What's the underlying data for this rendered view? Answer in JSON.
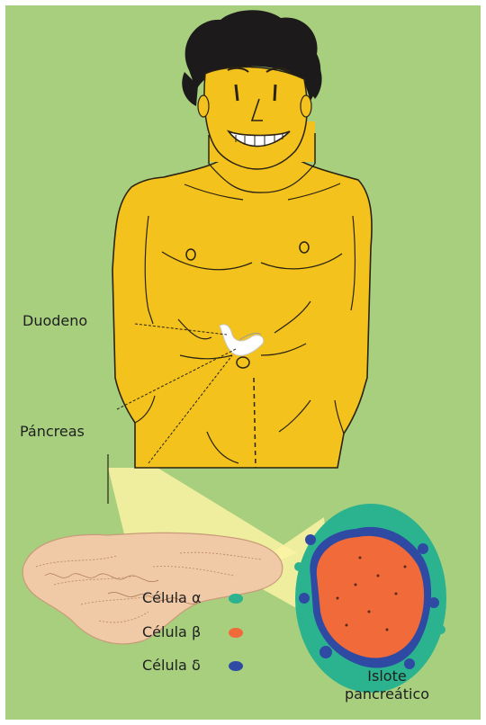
{
  "labels": {
    "duodeno": "Duodeno",
    "pancreas": "Páncreas",
    "islet_line1": "Islote",
    "islet_line2": "pancreático"
  },
  "legend": [
    {
      "label": "Célula α",
      "color": "#2bb28e"
    },
    {
      "label": "Célula β",
      "color": "#f06a3a"
    },
    {
      "label": "Célula δ",
      "color": "#2f4aa3"
    }
  ],
  "colors": {
    "background": "#a7cf7e",
    "skin": "#f3c21c",
    "hair": "#1c1a1a",
    "pancreas_tissue": "#f0c9a6",
    "zoom_cone": "#fbf3a4",
    "alpha": "#2bb28e",
    "beta": "#f06a3a",
    "delta": "#2f4aa3"
  }
}
